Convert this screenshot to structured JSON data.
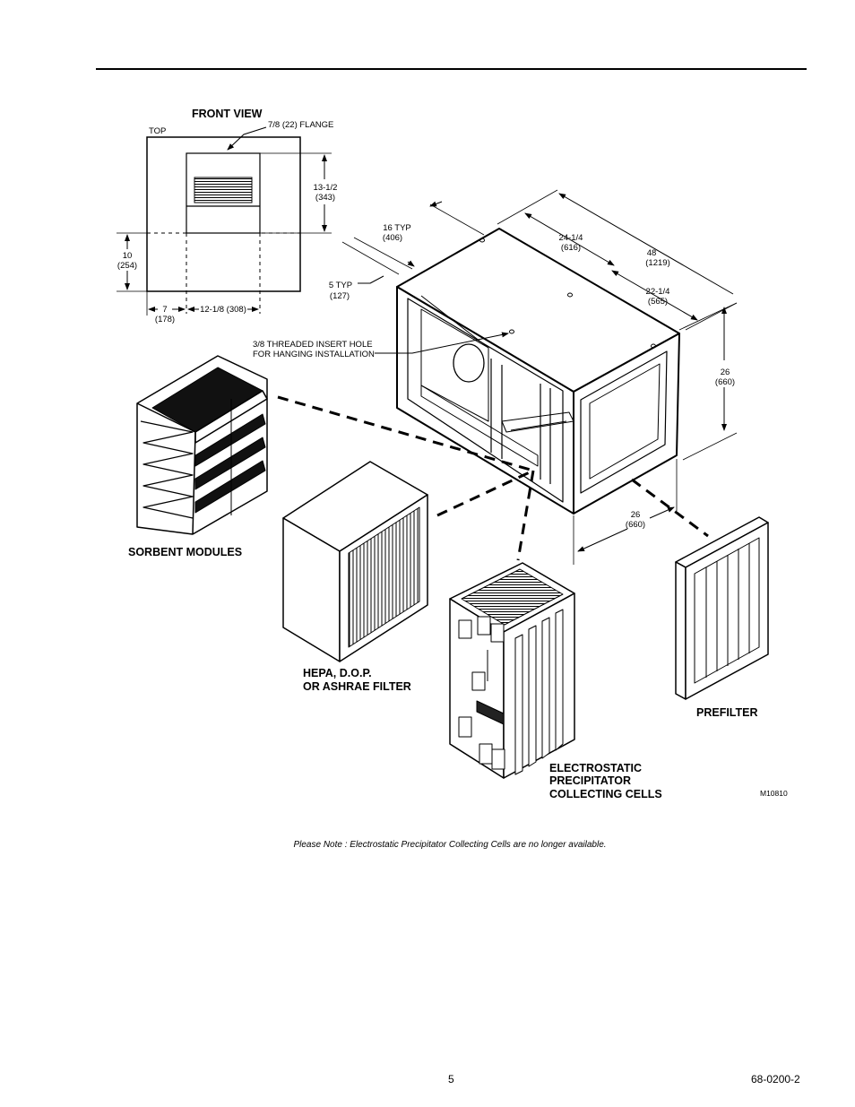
{
  "front_view": {
    "title": "FRONT VIEW",
    "top_label": "TOP",
    "flange": "7/8 (22) FLANGE",
    "dim_height_a": "13-1/2",
    "dim_height_a_mm": "(343)",
    "dim_height_b": "10",
    "dim_height_b_mm": "(254)",
    "dim_left": "7",
    "dim_left_mm": "(178)",
    "dim_width": "12-1/8 (308)"
  },
  "unit": {
    "dim_16": "16 TYP",
    "dim_16_mm": "(406)",
    "dim_5": "5 TYP",
    "dim_5_mm": "(127)",
    "dim_24": "24-1/4",
    "dim_24_mm": "(616)",
    "dim_48": "48",
    "dim_48_mm": "(1219)",
    "dim_22": "22-1/4",
    "dim_22_mm": "(565)",
    "dim_26h": "26",
    "dim_26h_mm": "(660)",
    "dim_26w": "26",
    "dim_26w_mm": "(660)",
    "insert_line1": "3/8 THREADED INSERT HOLE",
    "insert_line2": "FOR HANGING INSTALLATION"
  },
  "components": {
    "sorbent": "SORBENT MODULES",
    "hepa_line1": "HEPA, D.O.P.",
    "hepa_line2": "OR ASHRAE FILTER",
    "electro_line1": "ELECTROSTATIC",
    "electro_line2": "PRECIPITATOR",
    "electro_line3": "COLLECTING CELLS",
    "prefilter": "PREFILTER"
  },
  "figure_code": "M10810",
  "note": "Please Note : Electrostatic Precipitator Collecting Cells are no longer available.",
  "footer": {
    "page_number": "5",
    "doc_number": "68-0200-2"
  }
}
